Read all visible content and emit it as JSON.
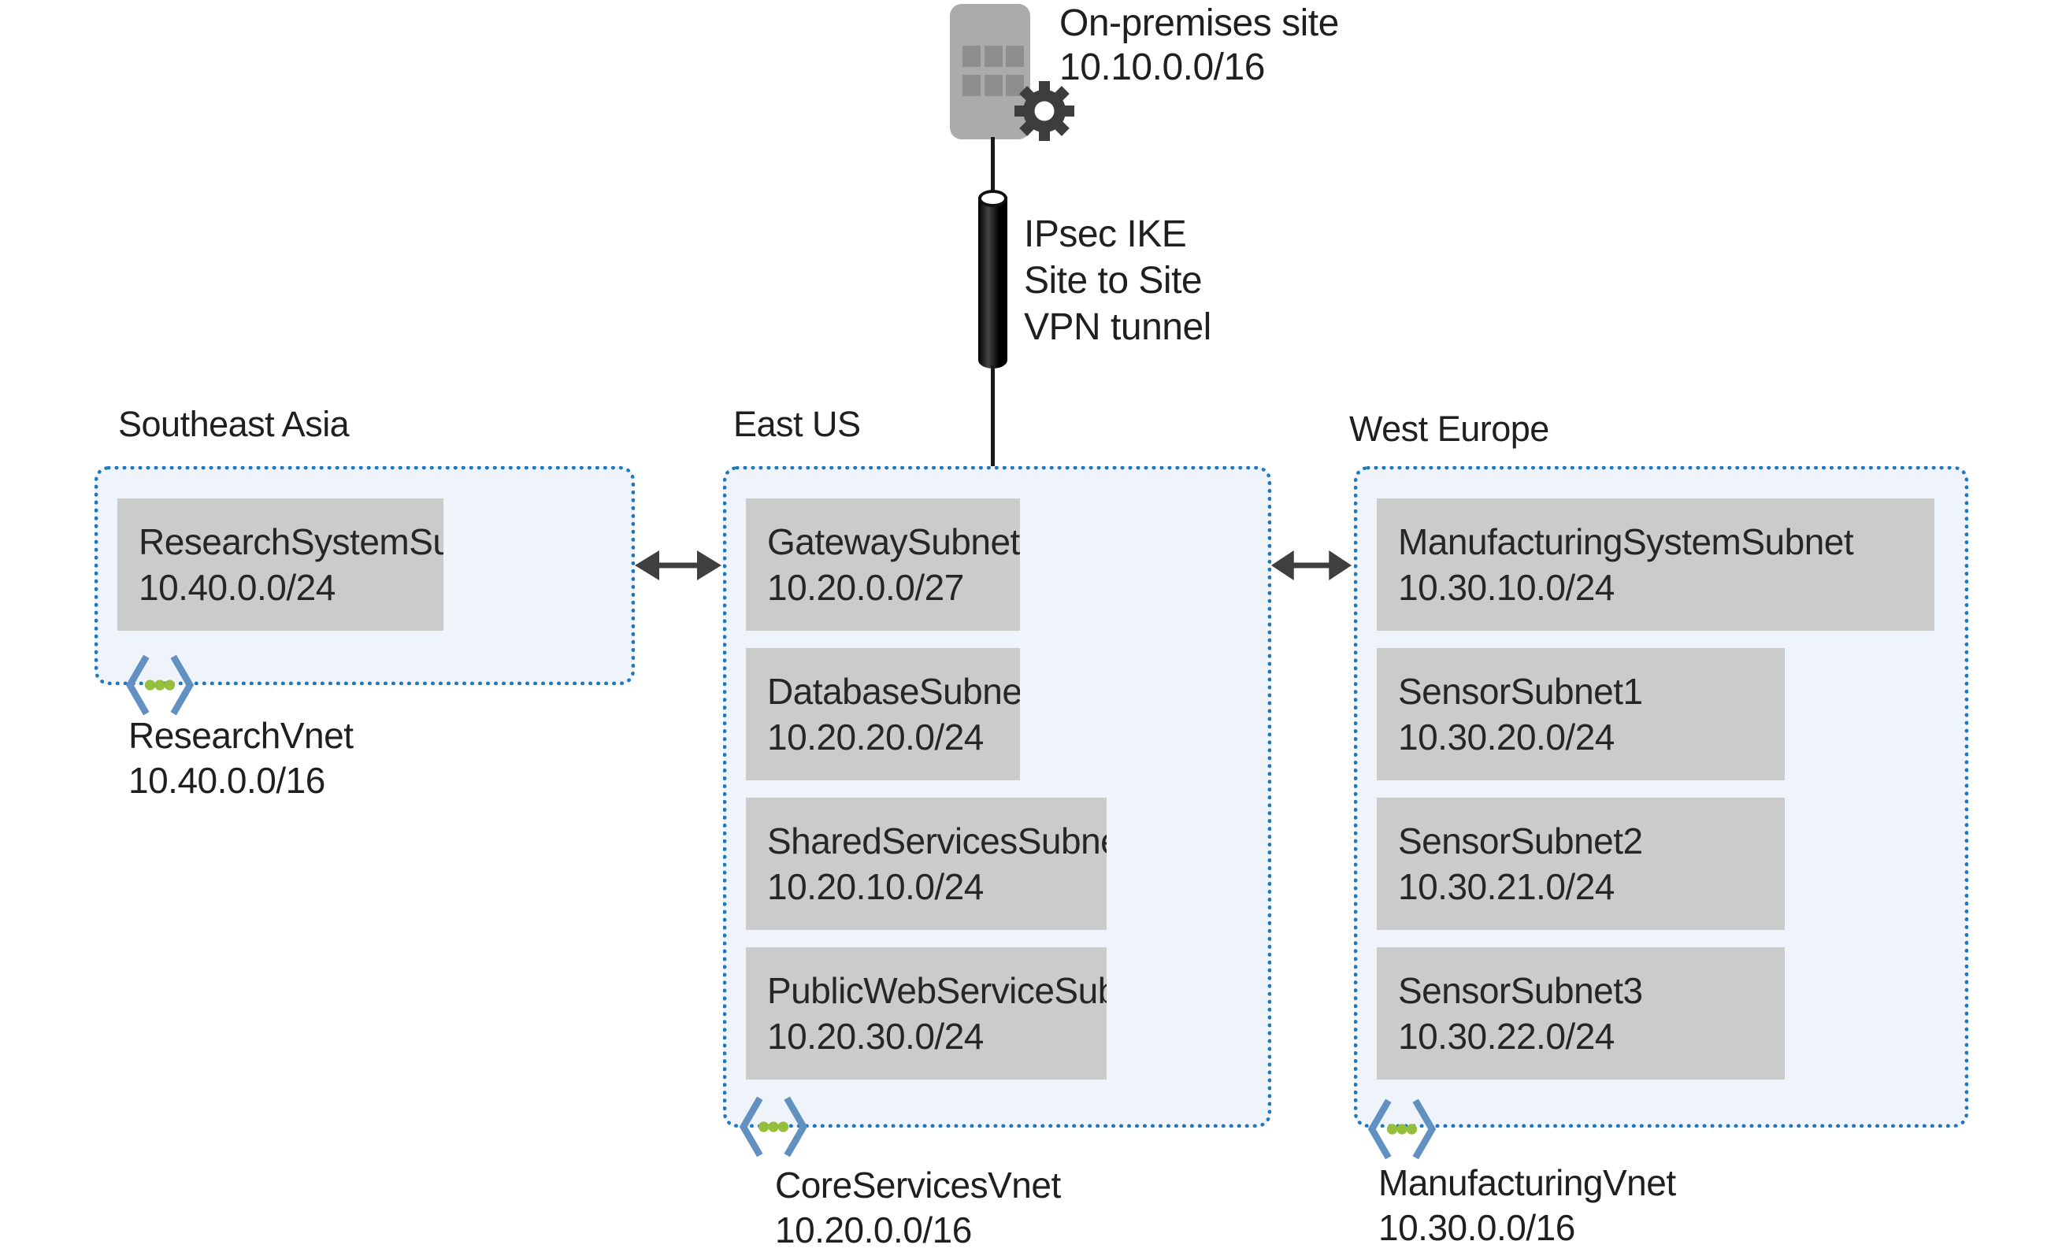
{
  "on_premises": {
    "name": "On-premises site",
    "cidr": "10.10.0.0/16"
  },
  "vpn_tunnel": {
    "line1": "IPsec IKE",
    "line2": "Site to Site",
    "line3": "VPN tunnel"
  },
  "regions": [
    {
      "label": "Southeast Asia",
      "vnet_name": "ResearchVnet",
      "vnet_cidr": "10.40.0.0/16",
      "subnets": [
        {
          "name": "ResearchSystemSubnet",
          "cidr": "10.40.0.0/24"
        }
      ]
    },
    {
      "label": "East US",
      "vnet_name": "CoreServicesVnet",
      "vnet_cidr": "10.20.0.0/16",
      "subnets": [
        {
          "name": "GatewaySubnet",
          "cidr": "10.20.0.0/27"
        },
        {
          "name": "DatabaseSubnet",
          "cidr": "10.20.20.0/24"
        },
        {
          "name": "SharedServicesSubnet",
          "cidr": "10.20.10.0/24"
        },
        {
          "name": "PublicWebServiceSubnet",
          "cidr": "10.20.30.0/24"
        }
      ]
    },
    {
      "label": "West Europe",
      "vnet_name": "ManufacturingVnet",
      "vnet_cidr": "10.30.0.0/16",
      "subnets": [
        {
          "name": "ManufacturingSystemSubnet",
          "cidr": "10.30.10.0/24"
        },
        {
          "name": "SensorSubnet1",
          "cidr": "10.30.20.0/24"
        },
        {
          "name": "SensorSubnet2",
          "cidr": "10.30.21.0/24"
        },
        {
          "name": "SensorSubnet3",
          "cidr": "10.30.22.0/24"
        }
      ]
    }
  ],
  "icons": {
    "building": "building-icon",
    "gear": "gear-icon",
    "vnet": "vnet-icon",
    "tunnel": "vpn-tunnel-cylinder",
    "peering": "double-arrow-icon"
  },
  "colors": {
    "border_blue": "#1E78BE",
    "region_fill": "#EFF4FA",
    "subnet_fill": "#CBCBCB",
    "arrow_gray": "#3F3F3F",
    "bracket_blue": "#6190C1",
    "dot_green": "#95BE3C",
    "building_gray": "#ABABAB",
    "window_gray": "#8E8E8E",
    "gear_gray": "#3D3D3D",
    "text": "#1F1F1F"
  }
}
